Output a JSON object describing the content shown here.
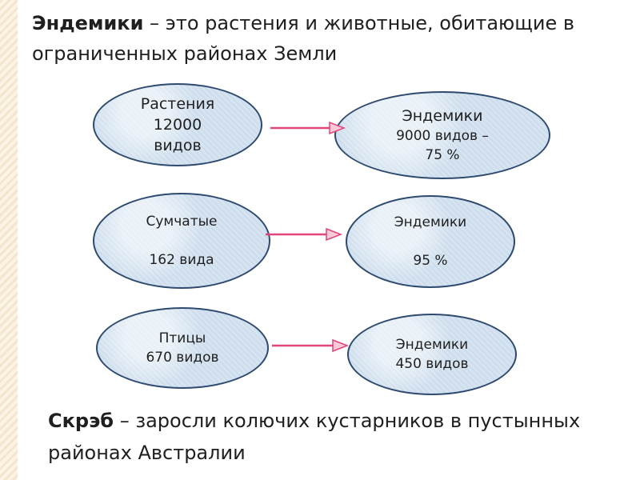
{
  "heading": {
    "term": "Эндемики",
    "rest": " – это растения и животные, обитающие в ограниченных районах Земли"
  },
  "rows": [
    {
      "left": [
        "Растения",
        "12000",
        "видов"
      ],
      "right": [
        "Эндемики",
        "9000 видов –",
        "75 %"
      ]
    },
    {
      "left": [
        "Сумчатые",
        "",
        "162  вида"
      ],
      "right": [
        "Эндемики",
        "",
        "95 %"
      ]
    },
    {
      "left": [
        "Птицы",
        "670  видов"
      ],
      "right": [
        "Эндемики",
        "450  видов"
      ]
    }
  ],
  "footer": {
    "term": "Скрэб",
    "rest": " – заросли колючих кустарников в пустынных районах Австралии"
  },
  "colors": {
    "arrow": "#e0457b",
    "ellipse_fill": "#d6e4f1",
    "ellipse_border": "#2e4a6e"
  }
}
